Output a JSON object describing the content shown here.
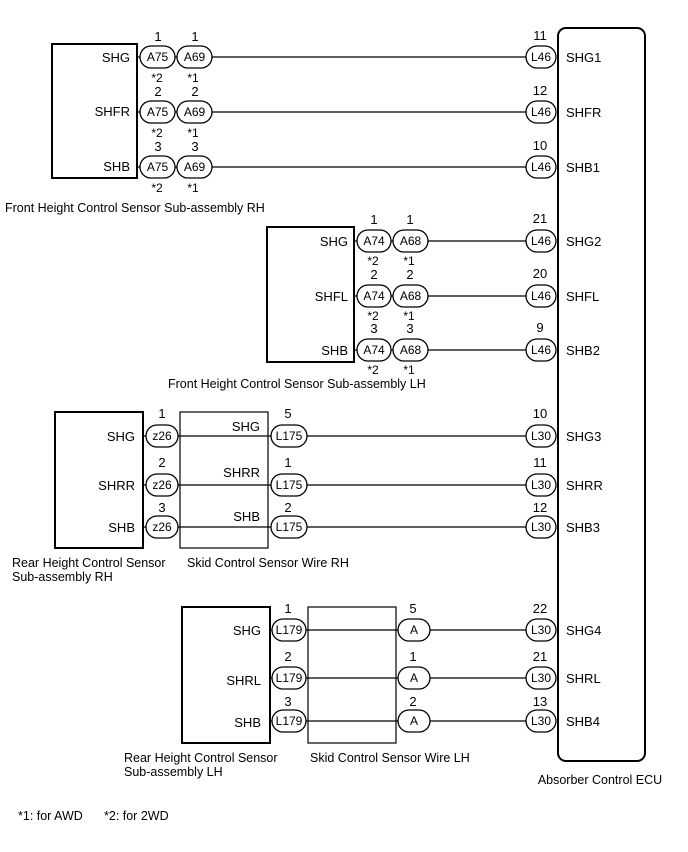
{
  "ecu": {
    "caption": "Absorber Control ECU",
    "terminals": [
      {
        "pin": "11",
        "conn": "L46",
        "label": "SHG1"
      },
      {
        "pin": "12",
        "conn": "L46",
        "label": "SHFR"
      },
      {
        "pin": "10",
        "conn": "L46",
        "label": "SHB1"
      },
      {
        "pin": "21",
        "conn": "L46",
        "label": "SHG2"
      },
      {
        "pin": "20",
        "conn": "L46",
        "label": "SHFL"
      },
      {
        "pin": "9",
        "conn": "L46",
        "label": "SHB2"
      },
      {
        "pin": "10",
        "conn": "L30",
        "label": "SHG3"
      },
      {
        "pin": "11",
        "conn": "L30",
        "label": "SHRR"
      },
      {
        "pin": "12",
        "conn": "L30",
        "label": "SHB3"
      },
      {
        "pin": "22",
        "conn": "L30",
        "label": "SHG4"
      },
      {
        "pin": "21",
        "conn": "L30",
        "label": "SHRL"
      },
      {
        "pin": "13",
        "conn": "L30",
        "label": "SHB4"
      }
    ]
  },
  "front_rh": {
    "caption": "Front Height Control Sensor Sub-assembly RH",
    "rows": [
      {
        "label": "SHG",
        "pin_a": "1",
        "conn_a": "A75",
        "star_a": "*2",
        "pin_b": "1",
        "conn_b": "A69",
        "star_b": "*1"
      },
      {
        "label": "SHFR",
        "pin_a": "2",
        "conn_a": "A75",
        "star_a": "*2",
        "pin_b": "2",
        "conn_b": "A69",
        "star_b": "*1"
      },
      {
        "label": "SHB",
        "pin_a": "3",
        "conn_a": "A75",
        "star_a": "*2",
        "pin_b": "3",
        "conn_b": "A69",
        "star_b": "*1"
      }
    ]
  },
  "front_lh": {
    "caption": "Front Height Control Sensor Sub-assembly LH",
    "rows": [
      {
        "label": "SHG",
        "pin_a": "1",
        "conn_a": "A74",
        "star_a": "*2",
        "pin_b": "1",
        "conn_b": "A68",
        "star_b": "*1"
      },
      {
        "label": "SHFL",
        "pin_a": "2",
        "conn_a": "A74",
        "star_a": "*2",
        "pin_b": "2",
        "conn_b": "A68",
        "star_b": "*1"
      },
      {
        "label": "SHB",
        "pin_a": "3",
        "conn_a": "A74",
        "star_a": "*2",
        "pin_b": "3",
        "conn_b": "A68",
        "star_b": "*1"
      }
    ]
  },
  "rear_rh": {
    "caption_line1": "Rear Height Control Sensor",
    "caption_line2": "Sub-assembly RH",
    "rows": [
      {
        "label": "SHG",
        "pin": "1",
        "conn": "z26"
      },
      {
        "label": "SHRR",
        "pin": "2",
        "conn": "z26"
      },
      {
        "label": "SHB",
        "pin": "3",
        "conn": "z26"
      }
    ]
  },
  "wire_rh": {
    "caption": "Skid Control Sensor Wire RH",
    "rows": [
      {
        "label": "SHG",
        "pin": "5",
        "conn": "L175"
      },
      {
        "label": "SHRR",
        "pin": "1",
        "conn": "L175"
      },
      {
        "label": "SHB",
        "pin": "2",
        "conn": "L175"
      }
    ]
  },
  "rear_lh": {
    "caption_line1": "Rear Height Control Sensor",
    "caption_line2": "Sub-assembly LH",
    "rows": [
      {
        "label": "SHG",
        "pin": "1",
        "conn": "L179"
      },
      {
        "label": "SHRL",
        "pin": "2",
        "conn": "L179"
      },
      {
        "label": "SHB",
        "pin": "3",
        "conn": "L179"
      }
    ]
  },
  "wire_lh": {
    "caption": "Skid Control Sensor Wire LH",
    "rows": [
      {
        "pin": "5",
        "conn": "A"
      },
      {
        "pin": "1",
        "conn": "A"
      },
      {
        "pin": "2",
        "conn": "A"
      }
    ]
  },
  "legend": {
    "note1": "*1: for AWD",
    "note2": "*2: for 2WD"
  }
}
